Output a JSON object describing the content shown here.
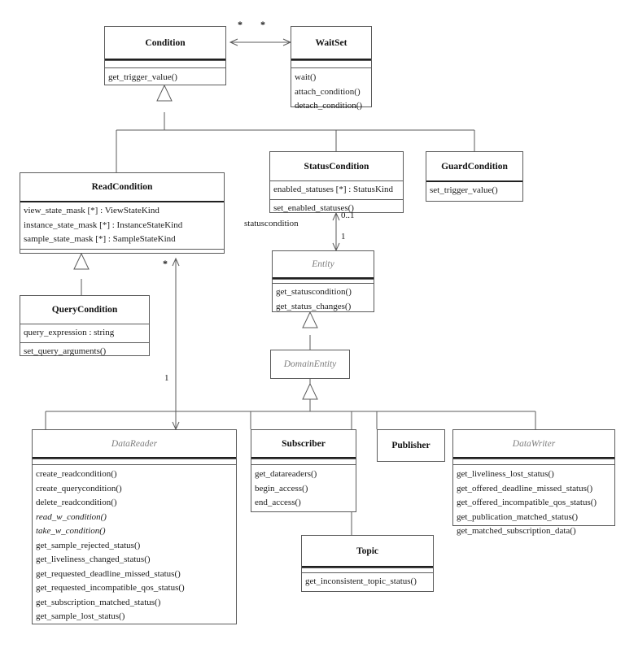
{
  "diagram": {
    "kind": "uml-class-diagram",
    "title": "DDS Conditions and Entities class diagram",
    "stroke_color": "#5b5b5b",
    "abstract_color": "#7d7d7d",
    "background": "#ffffff"
  },
  "classes": {
    "condition": {
      "name": "Condition",
      "abstract": false,
      "attributes": [],
      "operations": [
        "get_trigger_value()"
      ]
    },
    "waitset": {
      "name": "WaitSet",
      "abstract": false,
      "attributes": [],
      "operations": [
        "wait()",
        "attach_condition()",
        "detach_condition()"
      ]
    },
    "readcondition": {
      "name": "ReadCondition",
      "abstract": false,
      "attributes": [
        "view_state_mask [*] : ViewStateKind",
        "instance_state_mask [*] : InstanceStateKind",
        "sample_state_mask [*] : SampleStateKind"
      ],
      "operations": []
    },
    "querycondition": {
      "name": "QueryCondition",
      "abstract": false,
      "attributes": [
        "query_expression : string"
      ],
      "operations": [
        "set_query_arguments()"
      ]
    },
    "statuscondition": {
      "name": "StatusCondition",
      "abstract": false,
      "attributes": [
        "enabled_statuses [*] : StatusKind"
      ],
      "operations": [
        "set_enabled_statuses()"
      ]
    },
    "guardcondition": {
      "name": "GuardCondition",
      "abstract": false,
      "attributes": [],
      "operations": [
        "set_trigger_value()"
      ]
    },
    "entity": {
      "name": "Entity",
      "abstract": true,
      "attributes": [],
      "operations": [
        "get_statuscondition()",
        "get_status_changes()"
      ]
    },
    "domainentity": {
      "name": "DomainEntity",
      "abstract": true,
      "attributes": [],
      "operations": []
    },
    "datareader": {
      "name": "DataReader",
      "abstract": true,
      "attributes": [],
      "operations": [
        {
          "text": "create_readcondition()",
          "abstract": false
        },
        {
          "text": "create_querycondition()",
          "abstract": false
        },
        {
          "text": "delete_readcondition()",
          "abstract": false
        },
        {
          "text": "read_w_condition()",
          "abstract": true
        },
        {
          "text": "take_w_condition()",
          "abstract": true
        },
        {
          "text": "get_sample_rejected_status()",
          "abstract": false
        },
        {
          "text": "get_liveliness_changed_status()",
          "abstract": false
        },
        {
          "text": "get_requested_deadline_missed_status()",
          "abstract": false
        },
        {
          "text": "get_requested_incompatible_qos_status()",
          "abstract": false
        },
        {
          "text": "get_subscription_matched_status()",
          "abstract": false
        },
        {
          "text": "get_sample_lost_status()",
          "abstract": false
        }
      ]
    },
    "subscriber": {
      "name": "Subscriber",
      "abstract": false,
      "attributes": [],
      "operations": [
        "get_datareaders()",
        "begin_access()",
        "end_access()"
      ]
    },
    "publisher": {
      "name": "Publisher",
      "abstract": false,
      "attributes": [],
      "operations": []
    },
    "datawriter": {
      "name": "DataWriter",
      "abstract": true,
      "attributes": [],
      "operations": [
        "get_liveliness_lost_status()",
        "get_offered_deadline_missed_status()",
        "get_offered_incompatible_qos_status()",
        "get_publication_matched_status()",
        "get_matched_subscription_data()"
      ]
    },
    "topic": {
      "name": "Topic",
      "abstract": false,
      "attributes": [],
      "operations": [
        "get_inconsistent_topic_status()"
      ]
    }
  },
  "edge_labels": {
    "condition_waitset_source": "*",
    "condition_waitset_target": "*",
    "statuscondition_role": "statuscondition",
    "statuscondition_upper": "0..1",
    "entity_lower": "1",
    "readcondition_many": "*",
    "datareader_one": "1"
  }
}
